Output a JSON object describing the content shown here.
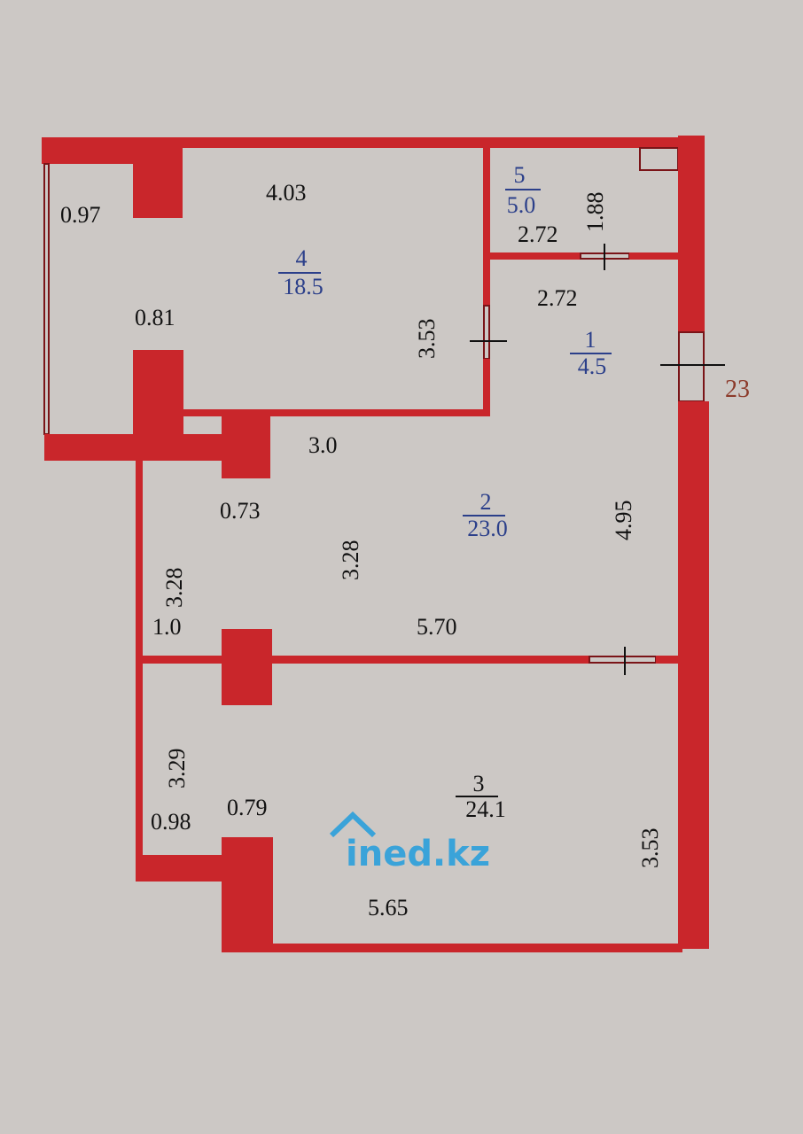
{
  "colors": {
    "wall": "#c9262b",
    "background": "#ccc8c5",
    "room_number": "#2b3f8a",
    "watermark": "#3aa3d9"
  },
  "rooms": [
    {
      "number": "1",
      "area": "4.5"
    },
    {
      "number": "2",
      "area": "23.0"
    },
    {
      "number": "3",
      "area": "24.1"
    },
    {
      "number": "4",
      "area": "18.5"
    },
    {
      "number": "5",
      "area": "5.0"
    }
  ],
  "dimensions": {
    "balcony_top": "0.97",
    "room4_width": "4.03",
    "balcony_mid": "0.81",
    "room4_height": "3.53",
    "bath_height": "1.88",
    "bath_width": "2.72",
    "hall_width": "2.72",
    "room2_top": "3.0",
    "room2_col": "0.73",
    "room2_height_inner": "3.28",
    "room2_height_right": "4.95",
    "room2_left": "3.28",
    "room2_left_small": "1.0",
    "room2_width": "5.70",
    "room3_left": "3.29",
    "room3_left_small": "0.98",
    "room3_col": "0.79",
    "room3_width": "5.65",
    "room3_height": "3.53"
  },
  "external_label": "23",
  "watermark": "ined.kz"
}
